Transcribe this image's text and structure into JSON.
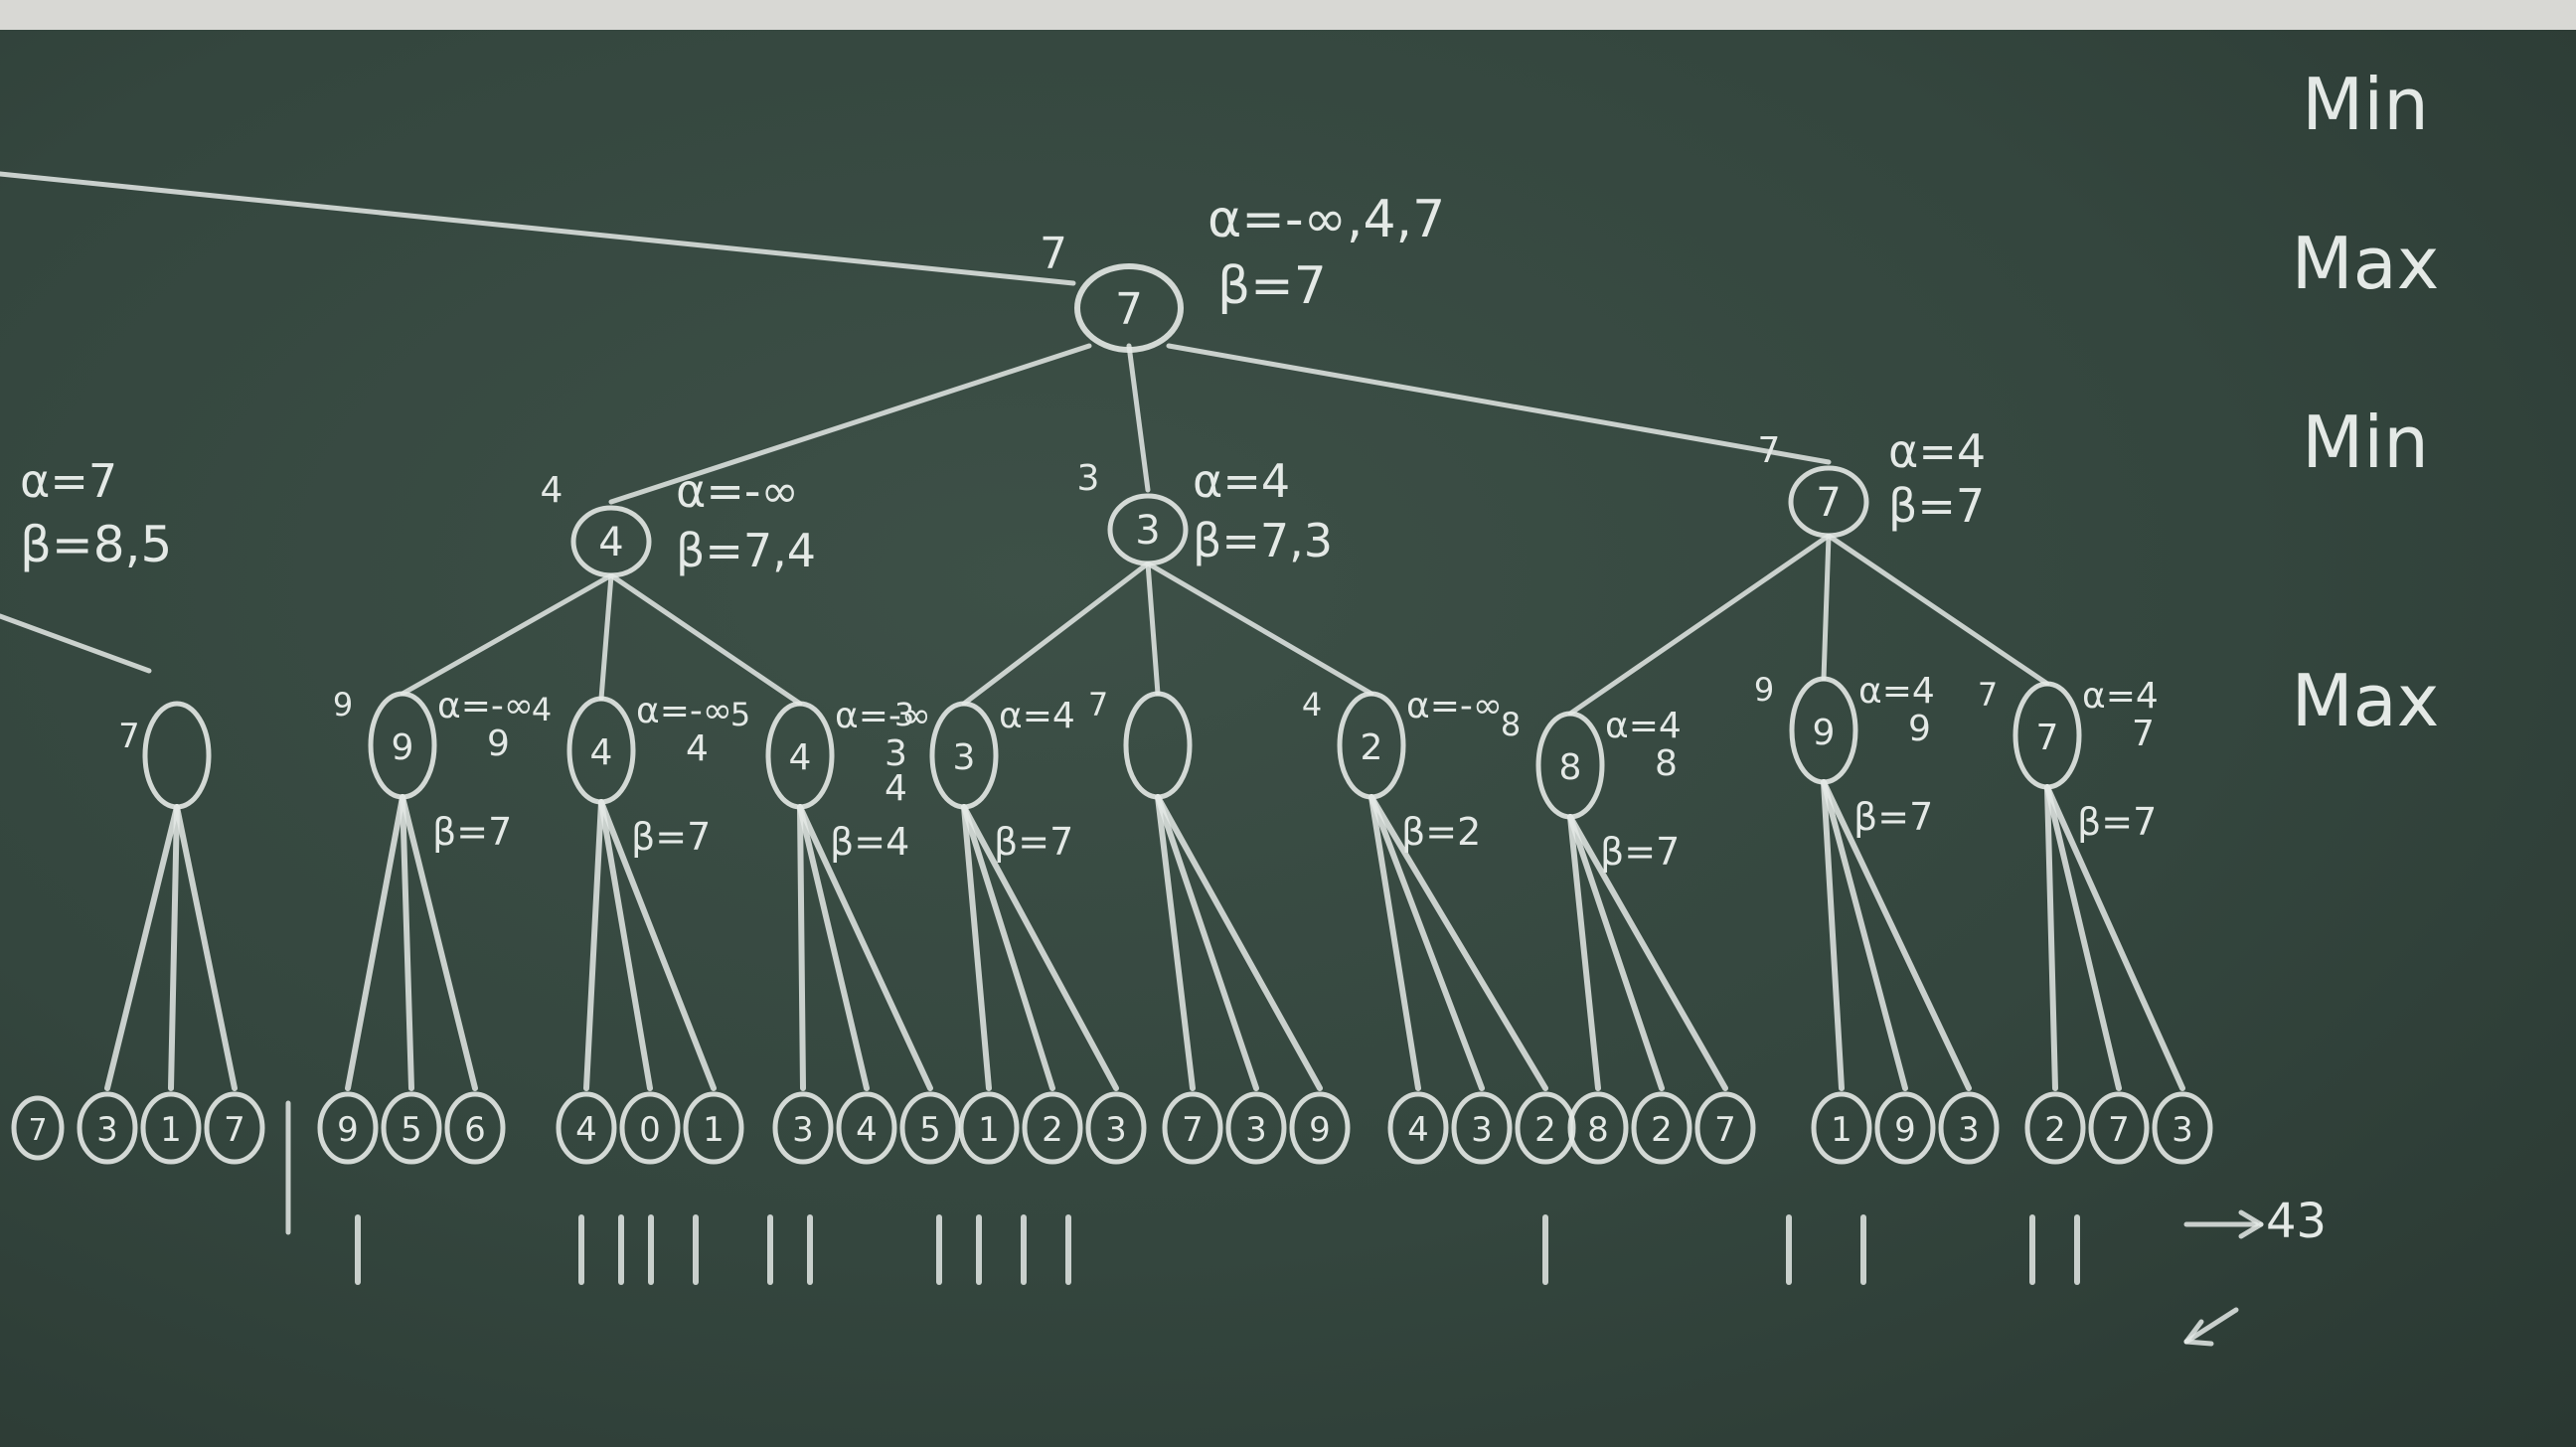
{
  "levels": [
    "Min",
    "Max",
    "Min",
    "Max"
  ],
  "root": {
    "value": "7",
    "label": "7",
    "alpha": "α=-∞,4,7",
    "beta": "β=7"
  },
  "left_partial": {
    "alpha": "α=7",
    "beta": "β=8,5",
    "node_label": "7"
  },
  "min_nodes": [
    {
      "value": "4",
      "label": "4",
      "alpha": "α=-∞",
      "beta": "β=7,4"
    },
    {
      "value": "3",
      "label": "3",
      "alpha": "α=4",
      "beta": "β=7,3"
    },
    {
      "value": "7",
      "label": "7",
      "alpha": "α=4",
      "beta": "β=7"
    }
  ],
  "max_nodes": [
    {
      "value": "9",
      "label": "9",
      "alpha": "α=-∞",
      "alpha2": "9",
      "beta": "β=7"
    },
    {
      "value": "4",
      "label": "4",
      "alpha": "α=-∞",
      "alpha2": "4",
      "beta": "β=7"
    },
    {
      "value": "4",
      "label": "5",
      "alpha": "α=-∞",
      "alpha2": "3",
      "alpha3": "4",
      "beta": "β=4"
    },
    {
      "value": "3",
      "label": "3",
      "alpha": "α=4",
      "beta": "β=7"
    },
    {
      "value": "",
      "label": "7"
    },
    {
      "value": "2",
      "label": "4",
      "alpha": "α=-∞",
      "beta": "β=2"
    },
    {
      "value": "8",
      "label": "8",
      "alpha": "α=4",
      "alpha2": "8",
      "beta": "β=7"
    },
    {
      "value": "9",
      "label": "9",
      "alpha": "α=4",
      "alpha2": "9",
      "beta": "β=7"
    },
    {
      "value": "7",
      "label": "7",
      "alpha": "α=4",
      "alpha2": "7",
      "beta": "β=7"
    }
  ],
  "leaves": [
    [
      "3",
      "1",
      "7"
    ],
    [
      "9",
      "5",
      "6"
    ],
    [
      "4",
      "0",
      "1"
    ],
    [
      "3",
      "4",
      "5"
    ],
    [
      "1",
      "2",
      "3"
    ],
    [
      "7",
      "3",
      "9"
    ],
    [
      "4",
      "3",
      "2"
    ],
    [
      "8",
      "2",
      "7"
    ],
    [
      "1",
      "9",
      "3"
    ],
    [
      "2",
      "7",
      "3"
    ]
  ],
  "edge_leaf": "7",
  "tally_note": "→ 43",
  "colors": {
    "board": "#34463e",
    "chalk": "#e4e9e6"
  }
}
